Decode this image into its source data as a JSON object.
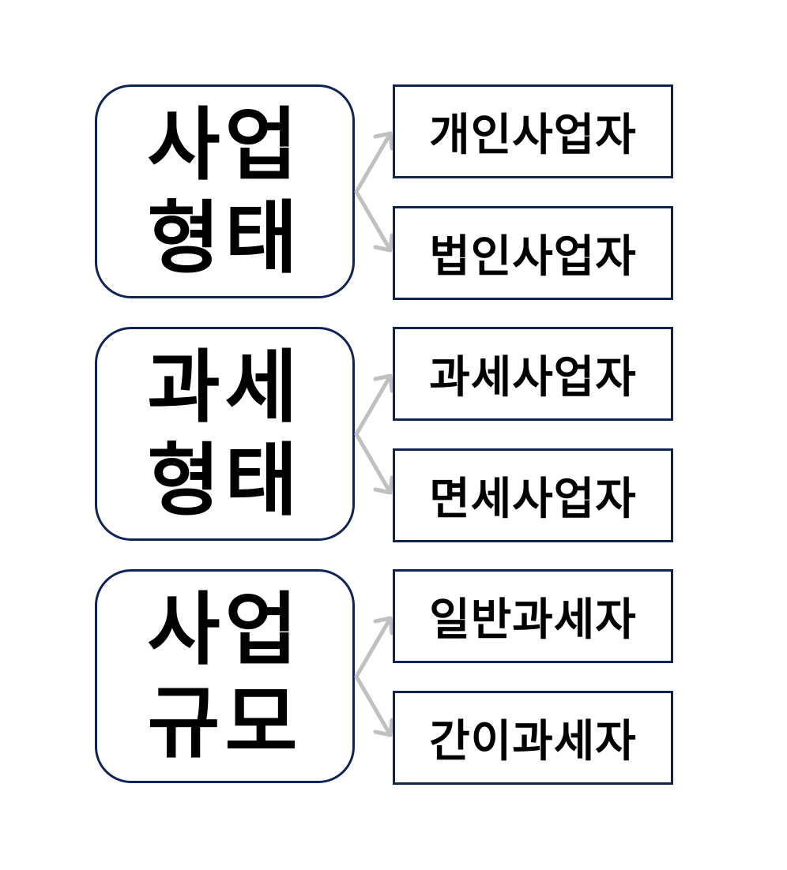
{
  "colors": {
    "box_border": "#0f2358",
    "arrow": "#c0c0c0",
    "text": "#000000"
  },
  "groups": [
    {
      "category": {
        "line1": "사업",
        "line2": "형태"
      },
      "types": [
        "개인사업자",
        "법인사업자"
      ]
    },
    {
      "category": {
        "line1": "과세",
        "line2": "형태"
      },
      "types": [
        "과세사업자",
        "면세사업자"
      ]
    },
    {
      "category": {
        "line1": "사업",
        "line2": "규모"
      },
      "types": [
        "일반과세자",
        "간이과세자"
      ]
    }
  ]
}
